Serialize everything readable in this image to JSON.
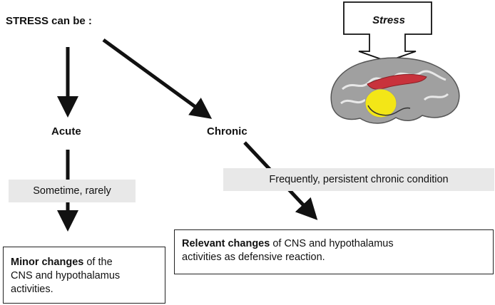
{
  "title": "STRESS can be :",
  "branches": {
    "acute": "Acute",
    "chronic": "Chronic"
  },
  "conditions": {
    "acute": "Sometime, rarely",
    "chronic": "Frequently,  persistent chronic condition"
  },
  "outcomes": {
    "acute": {
      "bold": "Minor changes",
      "rest_line1": " of the",
      "line2": "CNS and hypothalamus",
      "line3": "activities."
    },
    "chronic": {
      "bold": "Relevant changes",
      "rest_line1": " of CNS and hypothalamus",
      "line2": "activities as defensive reaction."
    }
  },
  "brain_illustration": {
    "label": "Stress",
    "colors": {
      "cortex": "#9a9a9a",
      "hypothalamus": "#f3e617",
      "corpus_callosum": "#c8323c"
    }
  }
}
